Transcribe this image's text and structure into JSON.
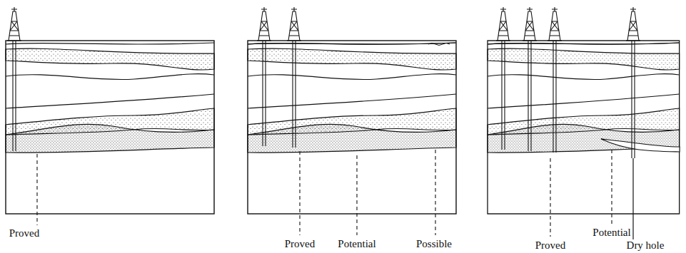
{
  "diagram": {
    "labels": [
      "Proved",
      "Proved",
      "Potential",
      "Possible",
      "Proved",
      "Potential",
      "Dry hole"
    ]
  }
}
